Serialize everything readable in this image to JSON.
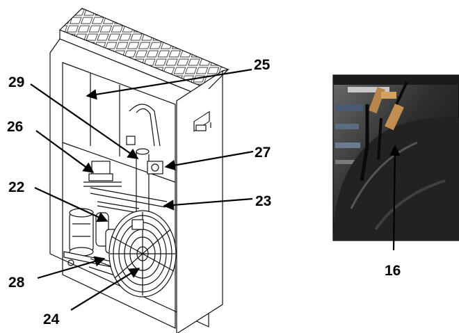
{
  "callouts": {
    "c16": "16",
    "c22": "22",
    "c23": "23",
    "c24": "24",
    "c25": "25",
    "c26": "26",
    "c27": "27",
    "c28": "28",
    "c29": "29"
  },
  "colors": {
    "line": "#111111",
    "panel": "#ffffff",
    "photo_dark": "#1a1a1a",
    "photo_mid": "#3a3a3a",
    "photo_copper": "#b8864a"
  }
}
